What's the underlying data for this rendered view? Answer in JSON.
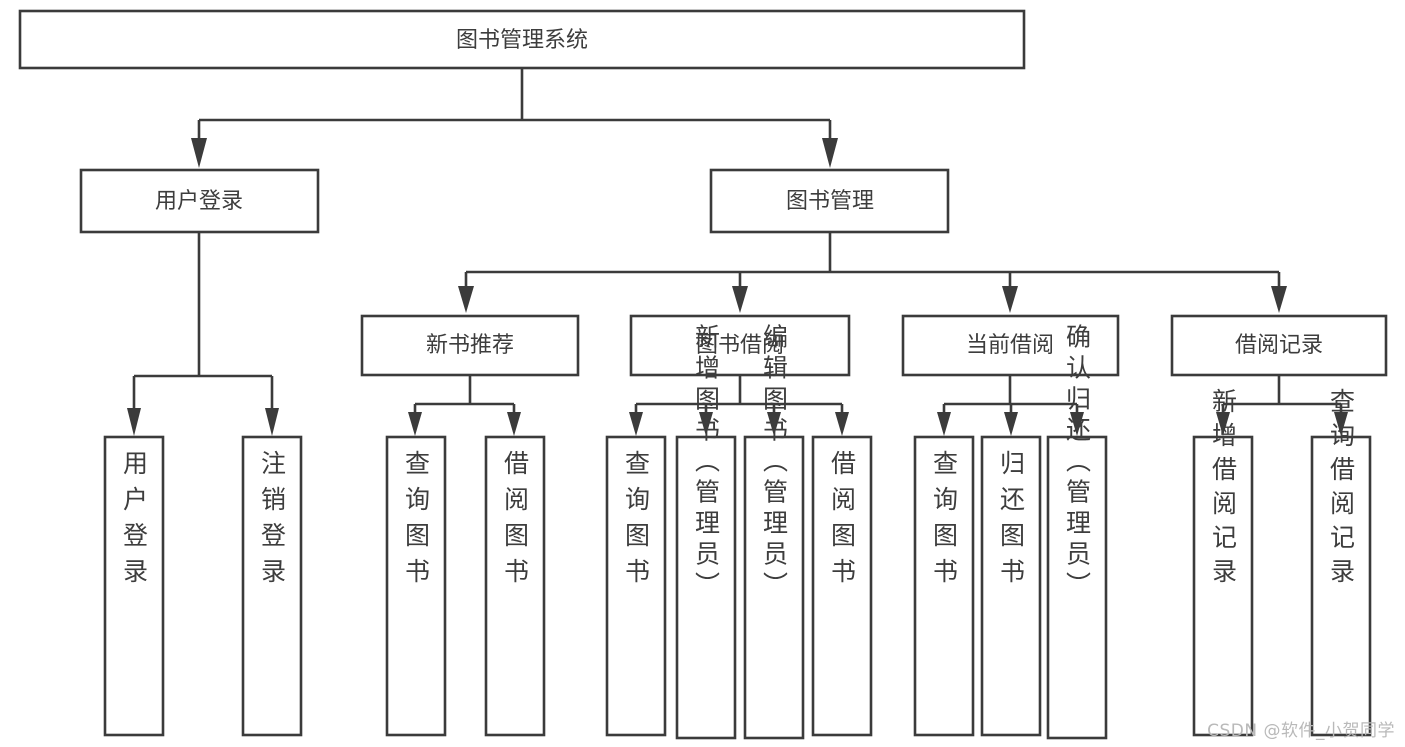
{
  "diagram": {
    "title": "图书管理系统",
    "type": "tree",
    "orientation": "top-down",
    "style": {
      "box_fill": "#ffffff",
      "box_stroke": "#3b3b3b",
      "text_color": "#3d3d3d",
      "background": "#ffffff",
      "watermark_color": "#b9b9b9"
    },
    "root": {
      "label": "图书管理系统"
    },
    "level2": [
      {
        "label": "用户登录"
      },
      {
        "label": "图书管理"
      }
    ],
    "level3": [
      {
        "label": "新书推荐"
      },
      {
        "label": "图书借阅"
      },
      {
        "label": "当前借阅"
      },
      {
        "label": "借阅记录"
      }
    ],
    "leaves": {
      "user_login": [
        {
          "label": "用户登录"
        },
        {
          "label": "注销登录"
        }
      ],
      "new_book_recommend": [
        {
          "label": "查询图书"
        },
        {
          "label": "借阅图书"
        }
      ],
      "book_borrow": [
        {
          "label": "查询图书"
        },
        {
          "label": "新增图书（管理员）"
        },
        {
          "label": "编辑图书（管理员）"
        },
        {
          "label": "借阅图书"
        }
      ],
      "current_borrow": [
        {
          "label": "查询图书"
        },
        {
          "label": "归还图书"
        },
        {
          "label": "确认归还（管理员）"
        }
      ],
      "borrow_record": [
        {
          "label": "新增借阅记录"
        },
        {
          "label": "查询借阅记录"
        }
      ]
    },
    "watermark": "CSDN @软件_小贺同学"
  }
}
